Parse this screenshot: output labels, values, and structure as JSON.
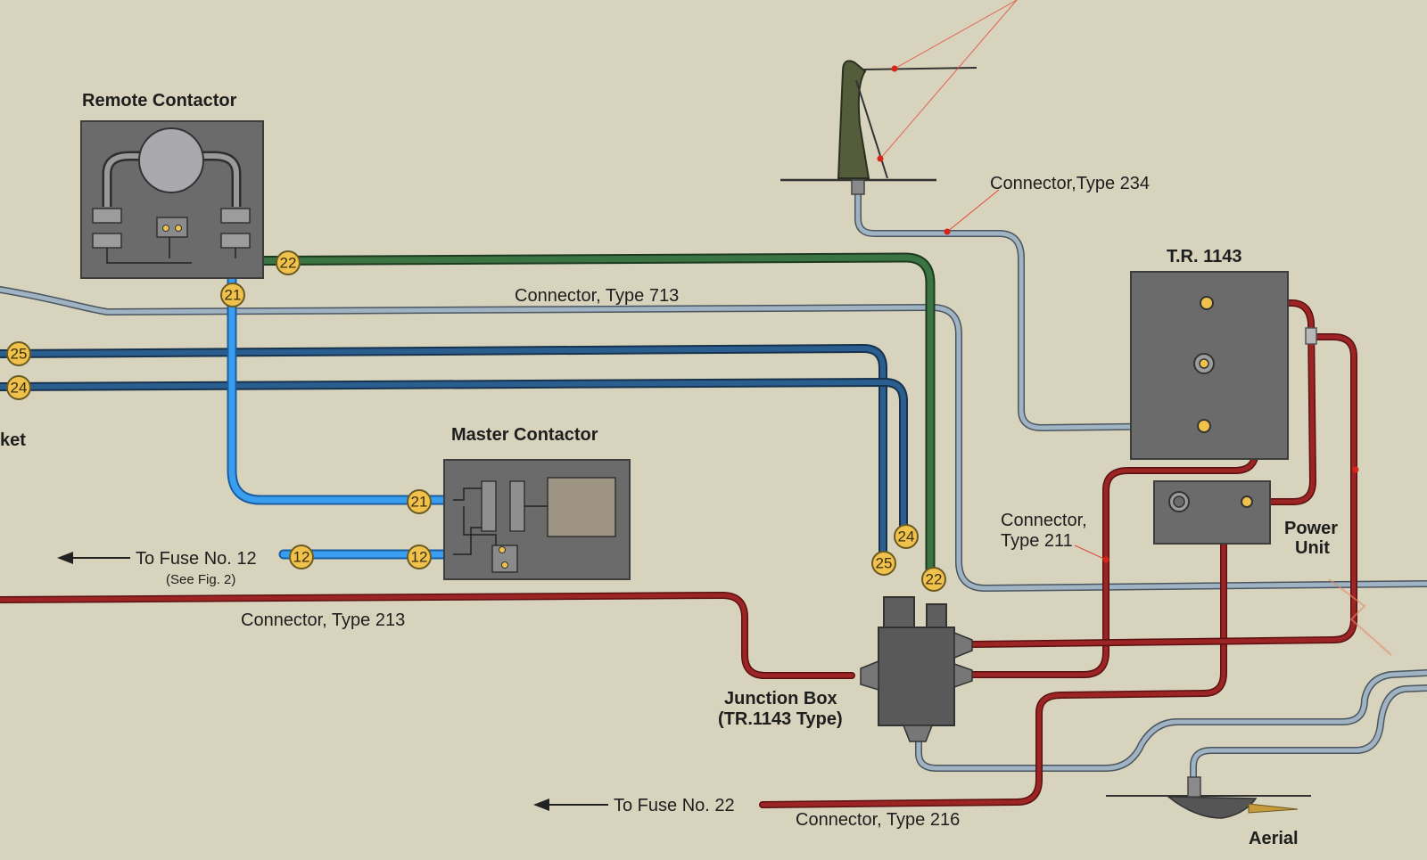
{
  "labels": {
    "remote_contactor": "Remote Contactor",
    "master_contactor": "Master Contactor",
    "tr1143": "T.R. 1143",
    "power_unit_1": "Power",
    "power_unit_2": "Unit",
    "junction_box_1": "Junction Box",
    "junction_box_2": "(TR.1143 Type)",
    "aerial": "Aerial",
    "socket_partial": "ket",
    "connector_234": "Connector,Type 234",
    "connector_713": "Connector, Type 713",
    "connector_211_1": "Connector,",
    "connector_211_2": "Type 211",
    "connector_213": "Connector, Type 213",
    "connector_216": "Connector, Type 216",
    "to_fuse_12": "To Fuse No. 12",
    "see_fig_2": "(See Fig. 2)",
    "to_fuse_22": "To Fuse No. 22"
  },
  "tags": {
    "t22_top": "22",
    "t21_top": "21",
    "t25_left": "25",
    "t24_left": "24",
    "t21_master": "21",
    "t12_master": "12",
    "t12_fuse": "12",
    "t25_jb": "25",
    "t24_jb": "24",
    "t22_jb": "22"
  },
  "colors": {
    "background": "#d8d3bd",
    "wire_green": "#2f5e34",
    "wire_light_blue": "#2f8fe0",
    "wire_dark_blue": "#1e4d78",
    "wire_grey": "#8fa6b6",
    "wire_red": "#8c1d1d",
    "component_grey": "#6b6b6b",
    "tag_yellow": "#f0c24b"
  }
}
